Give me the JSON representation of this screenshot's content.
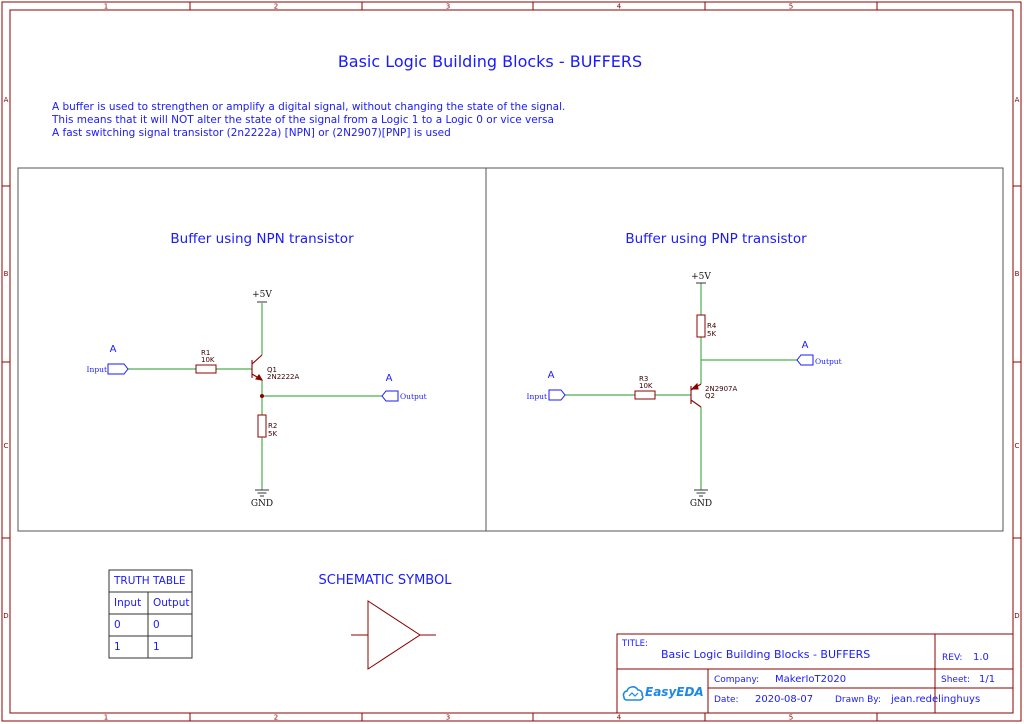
{
  "colors": {
    "frame": "#8b0000",
    "text_blue": "#1a1aff",
    "wire": "#4caf50",
    "component": "#8b0000"
  },
  "border": {
    "columns": [
      "1",
      "2",
      "3",
      "4",
      "5"
    ],
    "rows": [
      "A",
      "B",
      "C",
      "D"
    ]
  },
  "header": {
    "title": "Basic Logic Building Blocks - BUFFERS",
    "desc_1": "A buffer is used to strengthen or amplify a digital signal, without changing the state of the signal.",
    "desc_2": "This means that it will NOT alter the state of the signal from a Logic 1 to a Logic 0 or vice versa",
    "desc_3": "A fast switching signal transistor (2n2222a) [NPN] or (2N2907)[PNP] is used"
  },
  "npn": {
    "heading": "Buffer using NPN transistor",
    "power_label": "+5V",
    "ground_label": "GND",
    "input_net": "A",
    "input_label": "Input",
    "output_net": "A",
    "output_label": "Output",
    "r1_ref": "R1",
    "r1_value": "10K",
    "r2_ref": "R2",
    "r2_value": "5K",
    "q_ref": "Q1",
    "q_part": "2N2222A"
  },
  "pnp": {
    "heading": "Buffer using PNP transistor",
    "power_label": "+5V",
    "ground_label": "GND",
    "input_net": "A",
    "input_label": "Input",
    "output_net": "A",
    "output_label": "Output",
    "r3_ref": "R3",
    "r3_value": "10K",
    "r4_ref": "R4",
    "r4_value": "5K",
    "q_ref": "Q2",
    "q_part": "2N2907A"
  },
  "truth_table": {
    "title": "TRUTH TABLE",
    "headers": [
      "Input",
      "Output"
    ],
    "rows": [
      [
        "0",
        "0"
      ],
      [
        "1",
        "1"
      ]
    ]
  },
  "symbol": {
    "heading": "SCHEMATIC SYMBOL"
  },
  "title_block": {
    "title_label": "TITLE:",
    "title_value": "Basic Logic Building Blocks - BUFFERS",
    "rev_label": "REV:",
    "rev_value": "1.0",
    "company_label": "Company:",
    "company_value": "MakerIoT2020",
    "sheet_label": "Sheet:",
    "sheet_value": "1/1",
    "date_label": "Date:",
    "date_value": "2020-08-07",
    "drawn_label": "Drawn By:",
    "drawn_value": "jean.redelinghuys",
    "logo_text": "EasyEDA"
  }
}
